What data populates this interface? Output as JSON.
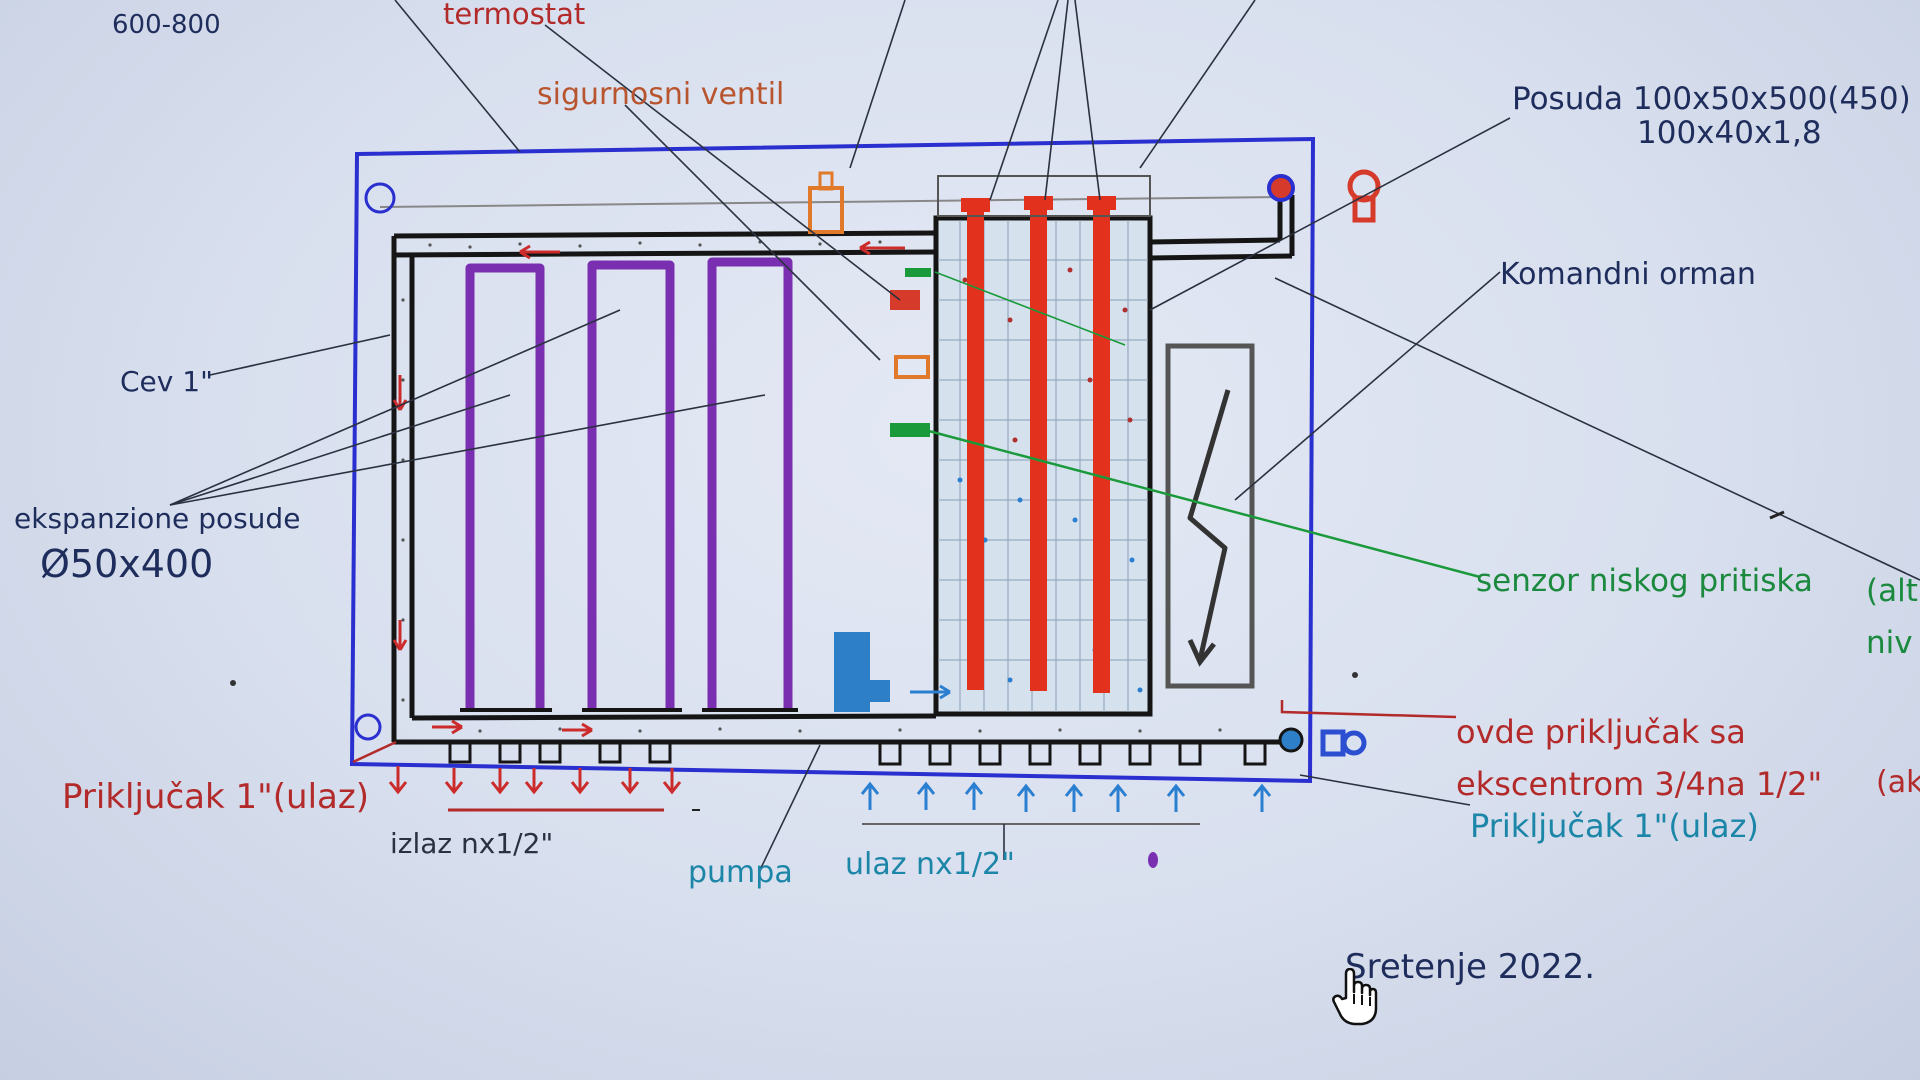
{
  "labels": {
    "dim_range": "600-800",
    "termostat": "termostat",
    "sigurnosni_ventil": "sigurnosni ventil",
    "posuda_line1": "Posuda 100x50x500(450)",
    "posuda_line2": "100x40x1,8",
    "komandni_orman": "Komandni orman",
    "cev": "Cev 1\"",
    "ekspanzione": "ekspanzione posude",
    "ekspanzione_dim": "Ø50x400",
    "senzor": "senzor niskog pritiska",
    "senzor_cut": "(alt",
    "niv_cut": "niv",
    "prikljucak_left": "Priključak 1\"(ulaz)",
    "izlaz": "izlaz nx1/2\"",
    "pumpa": "pumpa",
    "ulaz": "ulaz nx1/2\"",
    "ovde_line1": "ovde priključak sa",
    "ovde_line2": "ekscentrom 3/4na 1/2\"",
    "ovde_cut": "(ak",
    "prikljucak_right": "Priključak 1\"(ulaz)",
    "sretenje": "Sretenje 2022."
  },
  "icons": {
    "cursor": "hand-pointer-icon",
    "lightning": "lightning-icon"
  },
  "colors": {
    "frame_blue": "#2a2fcf",
    "pipe_black": "#151515",
    "heater_red": "#e2311d",
    "tube_purple": "#7a2fb0",
    "sensor_green": "#1a9a3a",
    "valve_orange": "#e07a2a",
    "pump_blue": "#2d7fc8",
    "arrow_red": "#cc2b2b",
    "arrow_blue": "#2b7fd0"
  }
}
